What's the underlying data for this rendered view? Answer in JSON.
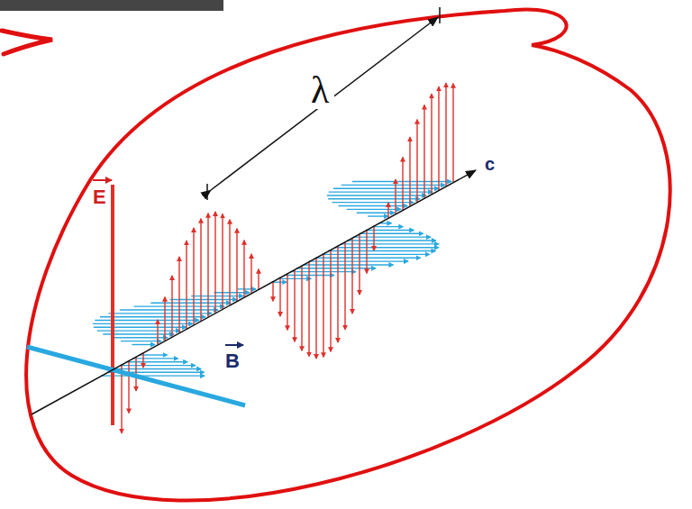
{
  "diagram": {
    "labels": [
      "λ",
      "E",
      "B",
      "c"
    ]
  }
}
